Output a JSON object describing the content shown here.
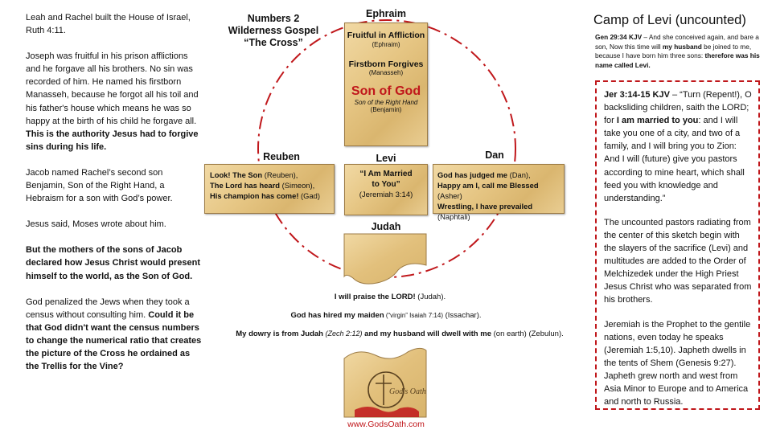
{
  "left_text": {
    "p1": "Leah and Rachel built the House of Israel, Ruth 4:11.",
    "p2_normal": "Joseph was fruitful in his prison afflictions and he forgave all his brothers.  No sin was recorded of him.  He named his firstborn Manasseh, because he forgot all his toil and his father's house which means he was so happy at the birth of his child he forgave all. ",
    "p2_bold": "This is the authority Jesus had to forgive sins during his life.",
    "p3": "Jacob named Rachel’s second son Benjamin, Son of the Right Hand, a Hebraism for a son with God’s power.",
    "p4": "Jesus said, Moses wrote about him.",
    "p5_bold": "But the mothers of the sons of Jacob declared how Jesus Christ would present himself to the world, as the Son of God.",
    "p6_normal": "God penalized the Jews when they took a census without consulting him. ",
    "p6_bold": "Could it be that God didn't want the census numbers to change the numerical ratio that creates the picture of the Cross he ordained as the Trellis for the Vine?"
  },
  "diagram_title": {
    "line1": "Numbers 2",
    "line2": "Wilderness Gospel",
    "line3": "“The Cross”"
  },
  "ephraim": {
    "label": "Ephraim",
    "t1": "Fruitful in Affliction",
    "t1_sub": "(Ephraim)",
    "t2": "Firstborn Forgives",
    "t2_sub": "(Manasseh)",
    "t3": "Son of God",
    "t3_sub": "Son of the Right Hand",
    "t3_sub2": "(Benjamin)"
  },
  "reuben": {
    "label": "Reuben",
    "l1_bold": "Look! The Son",
    "l1_normal": " (Reuben),",
    "l2_bold": "The Lord has heard",
    "l2_normal": " (Simeon),",
    "l3_bold": "His champion has come!",
    "l3_normal": " (Gad)"
  },
  "levi": {
    "label": "Levi",
    "text": "“I Am Married to You”",
    "ref": "(Jeremiah 3:14)"
  },
  "dan": {
    "label": "Dan",
    "l1_bold": "God has judged me",
    "l1_normal": " (Dan),",
    "l2_bold": "Happy am I, call me Blessed",
    "l2_normal": " (Asher)",
    "l3_bold": "Wrestling, I have prevailed",
    "l3_normal": " (Naphtali)"
  },
  "judah": {
    "label": "Judah",
    "line1_bold": "I will praise the LORD!",
    "line1_normal": " (Judah).",
    "line2_bold": "God has hired my maiden",
    "line2_small": " (“virgin” Isaiah 7:14)",
    "line2_normal": " (Issachar).",
    "line3_bold1": "My dowry is from Judah",
    "line3_ref": " (Zech 2:12)",
    "line3_bold2": " and my husband will dwell with me",
    "line3_normal": " (on earth) (Zebulun)."
  },
  "logo_text": "God's Oath",
  "website": "www.GodsOath.com",
  "right": {
    "title": "Camp of Levi (uncounted)",
    "quote_ref": "Gen 29:34 KJV",
    "quote_a": " – And she conceived again, and bare a son, Now this time will ",
    "quote_b": "my husband",
    "quote_c": " be joined to me, because I have born him three sons: ",
    "quote_d": "therefore was his name called Levi.",
    "jer_ref": "Jer 3:14-15 KJV",
    "jer_a": " – “Turn (Repent!), O backsliding children, saith the LORD; for ",
    "jer_b": "I am married to you",
    "jer_c": ": and I will take you one of a city, and two of a family, and I will bring you to Zion: And I will (future) give you pastors according to mine heart, which shall feed you with knowledge and understanding.”",
    "p2": "The uncounted pastors radiating from the center of this sketch begin with the slayers of the sacrifice (Levi) and multitudes are added to the Order of Melchizedek under the High Priest Jesus Christ who was separated from his brothers.",
    "p3": "Jeremiah is the Prophet to the gentile nations, even today he speaks (Jeremiah 1:5,10).  Japheth dwells in the tents of Shem (Genesis 9:27).  Japheth grew north and west from Asia Minor to Europe and to America and north to Russia."
  },
  "colors": {
    "accent_red": "#c0171b",
    "parchment": "#e6c684"
  }
}
